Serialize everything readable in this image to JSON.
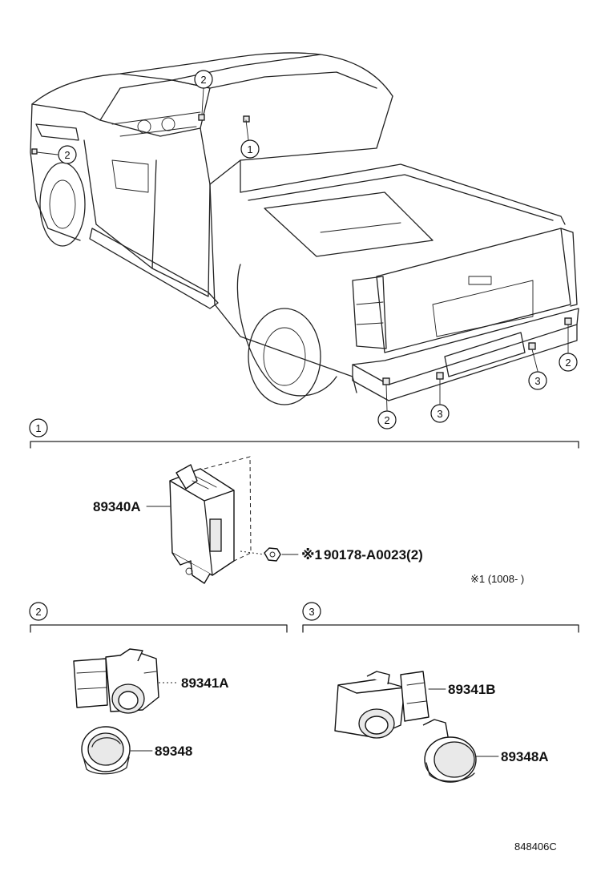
{
  "callouts": {
    "truck_top_2": "2",
    "truck_top_1": "1",
    "truck_front_2": "2",
    "truck_rear_right_2": "2",
    "truck_rear_right_3": "3",
    "truck_rear_left_3": "3",
    "truck_rear_left_2": "2"
  },
  "sections": {
    "s1": {
      "number": "1"
    },
    "s2": {
      "number": "2"
    },
    "s3": {
      "number": "3"
    }
  },
  "parts": {
    "ecu": "89340A",
    "nut_prefix": "※1",
    "nut": "90178-A0023(2)",
    "footnote": "※1 (1008-      )",
    "sensor_a": "89341A",
    "retainer_a": "89348",
    "sensor_b": "89341B",
    "retainer_b": "89348A"
  },
  "diagram_code": "848406C"
}
